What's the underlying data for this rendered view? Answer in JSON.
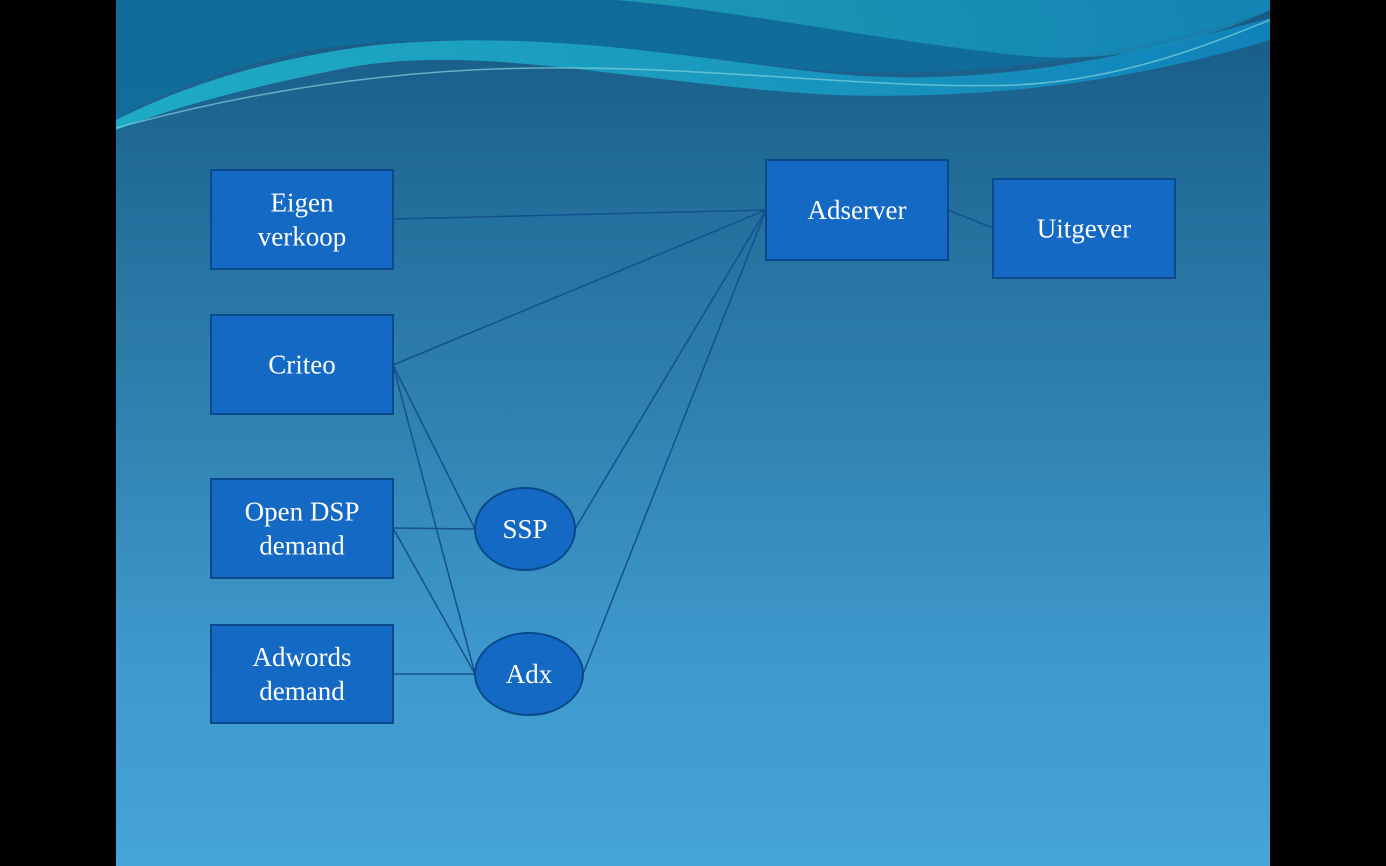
{
  "slide": {
    "background_top": "#175a85",
    "background_bottom": "#45a4d8",
    "wave_color": "#1ea7c8"
  },
  "nodes": {
    "eigen_verkoop": {
      "lines": [
        "Eigen",
        "verkoop"
      ],
      "shape": "rectangle"
    },
    "criteo": {
      "lines": [
        "Criteo"
      ],
      "shape": "rectangle"
    },
    "open_dsp": {
      "lines": [
        "Open DSP",
        "demand"
      ],
      "shape": "rectangle"
    },
    "adwords": {
      "lines": [
        "Adwords",
        "demand"
      ],
      "shape": "rectangle"
    },
    "ssp": {
      "lines": [
        "SSP"
      ],
      "shape": "ellipse"
    },
    "adx": {
      "lines": [
        "Adx"
      ],
      "shape": "ellipse"
    },
    "adserver": {
      "lines": [
        "Adserver"
      ],
      "shape": "rectangle"
    },
    "uitgever": {
      "lines": [
        "Uitgever"
      ],
      "shape": "rectangle"
    }
  },
  "edges": [
    {
      "from": "eigen_verkoop",
      "to": "adserver"
    },
    {
      "from": "criteo",
      "to": "adserver"
    },
    {
      "from": "criteo",
      "to": "ssp"
    },
    {
      "from": "criteo",
      "to": "adx"
    },
    {
      "from": "open_dsp",
      "to": "ssp"
    },
    {
      "from": "open_dsp",
      "to": "adx"
    },
    {
      "from": "adwords",
      "to": "adx"
    },
    {
      "from": "ssp",
      "to": "adserver"
    },
    {
      "from": "adx",
      "to": "adserver"
    },
    {
      "from": "adserver",
      "to": "uitgever"
    }
  ],
  "style": {
    "node_fill": "#1369c4",
    "node_stroke": "#0b4a8a",
    "edge_color": "#13518f",
    "text_color": "#ffffff"
  }
}
